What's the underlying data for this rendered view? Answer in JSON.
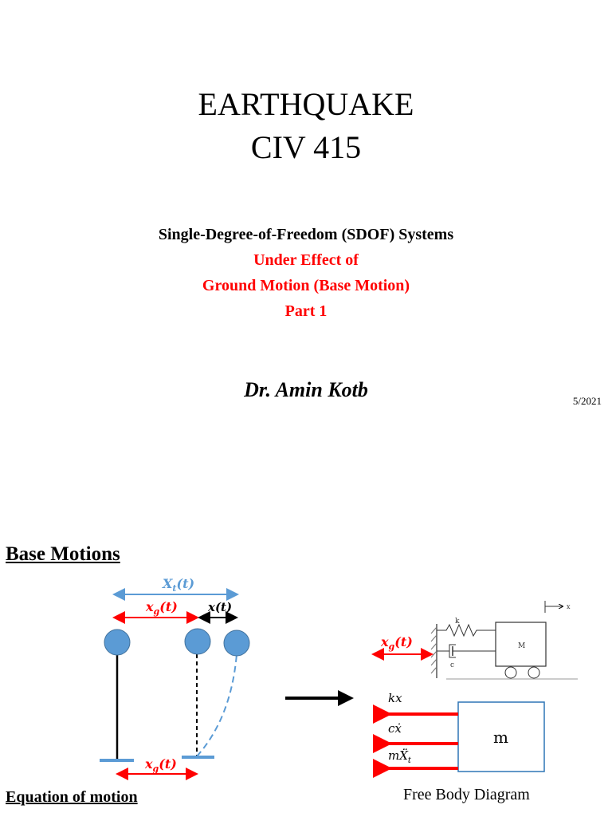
{
  "slide1": {
    "title_line1": "EARTHQUAKE",
    "title_line2": "CIV 415",
    "subtitle_line1": "Single-Degree-of-Freedom (SDOF) Systems",
    "subtitle_line2": "Under Effect of",
    "subtitle_line3": "Ground Motion (Base Motion)",
    "subtitle_line4": "Part 1",
    "author": "Dr. Amin Kotb",
    "date": "5/2021"
  },
  "slide2": {
    "heading": "Base Motions",
    "subheading": "Equation of motion",
    "fbd_caption": "Free Body Diagram",
    "labels": {
      "Xt_base": "X",
      "Xt_sub": "t",
      "Xt_arg": "(t)",
      "xg_base": "x",
      "xg_sub": "g",
      "xg_arg": "(t)",
      "x": "x(t)",
      "kx": "kx",
      "cx_c": "c",
      "cx_x": "ẋ",
      "mx_m": "m",
      "mx_X": "Ẍ",
      "mx_sub": "t",
      "mass_box": "m",
      "model_mass": "M",
      "model_k": "k",
      "model_c": "c",
      "model_x": "x"
    },
    "colors": {
      "blue": "#5b9bd5",
      "red": "#ff0000",
      "black": "#000000"
    }
  }
}
